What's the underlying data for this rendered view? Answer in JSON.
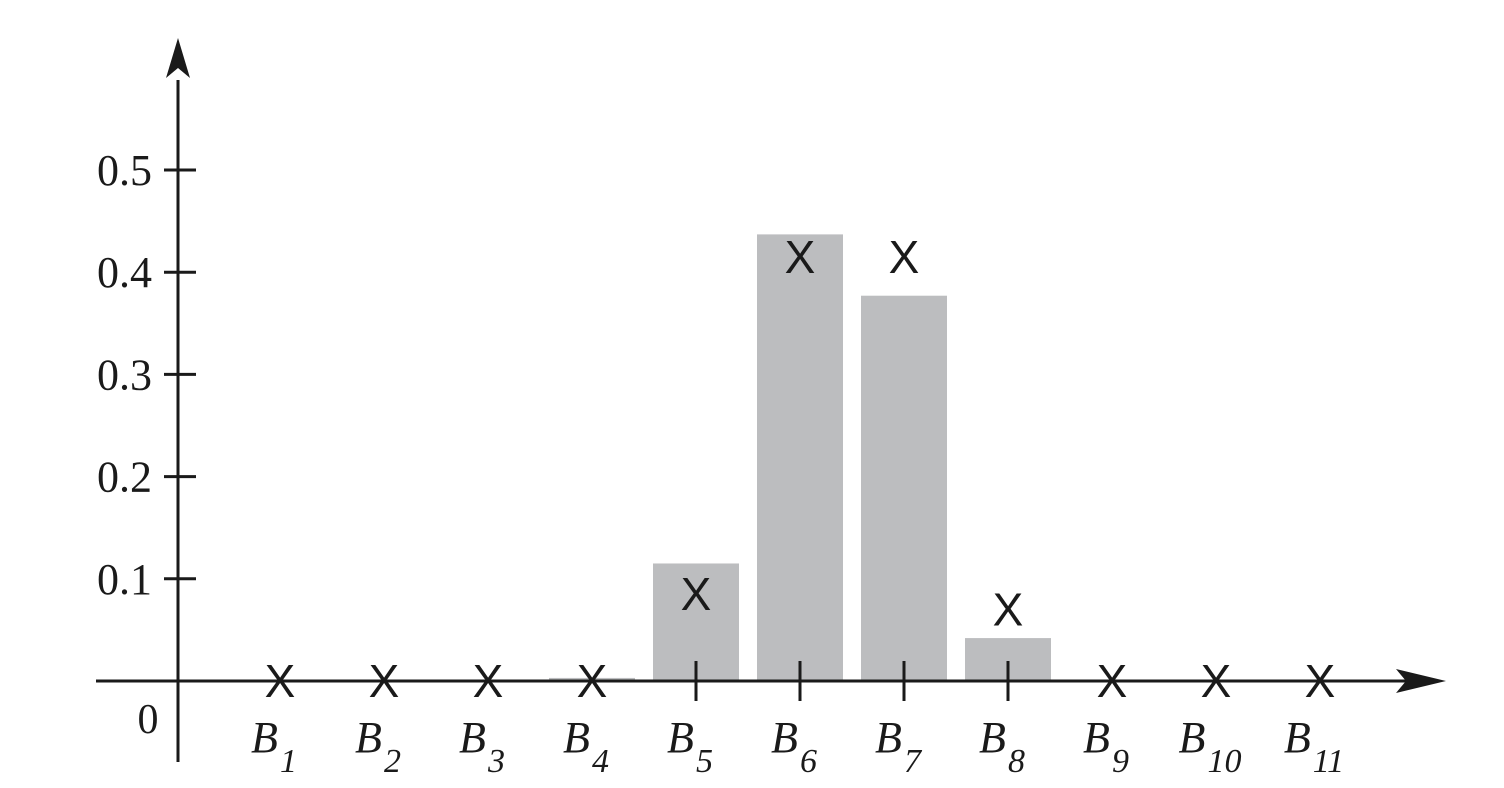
{
  "chart_data": {
    "type": "bar",
    "categories": [
      {
        "base": "B",
        "sub": "1"
      },
      {
        "base": "B",
        "sub": "2"
      },
      {
        "base": "B",
        "sub": "3"
      },
      {
        "base": "B",
        "sub": "4"
      },
      {
        "base": "B",
        "sub": "5"
      },
      {
        "base": "B",
        "sub": "6"
      },
      {
        "base": "B",
        "sub": "7"
      },
      {
        "base": "B",
        "sub": "8"
      },
      {
        "base": "B",
        "sub": "9"
      },
      {
        "base": "B",
        "sub": "10"
      },
      {
        "base": "B",
        "sub": "11"
      }
    ],
    "values": [
      0,
      0,
      0,
      0.003,
      0.115,
      0.437,
      0.377,
      0.042,
      0,
      0,
      0
    ],
    "markers": [
      0,
      0,
      0,
      0,
      0.085,
      0.415,
      0.415,
      0.07,
      0,
      0,
      0
    ],
    "marker_symbol": "X",
    "yticks": [
      0.1,
      0.2,
      0.3,
      0.4,
      0.5
    ],
    "ytick_labels": [
      "0.1",
      "0.2",
      "0.3",
      "0.4",
      "0.5"
    ],
    "origin_label": "0",
    "ylim": [
      -0.08,
      0.63
    ],
    "grid": false,
    "bar_color": "#bcbdbf",
    "axis_color": "#1a1a1a"
  }
}
